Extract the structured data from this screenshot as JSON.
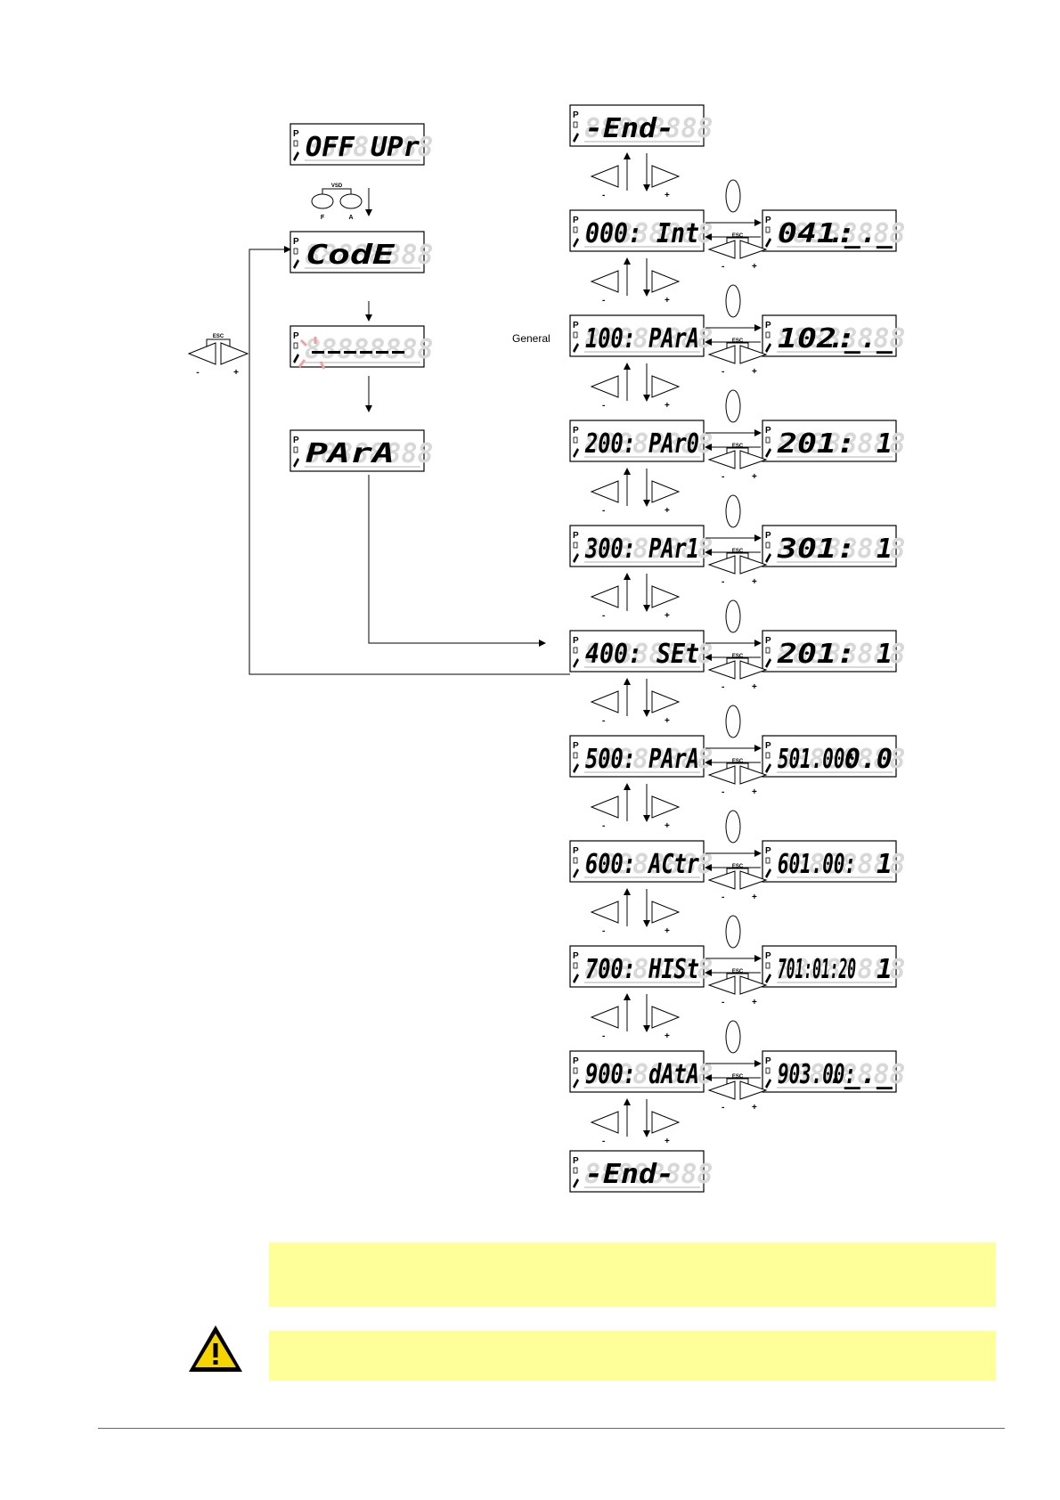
{
  "general_label": "General",
  "login_displays": [
    {
      "id": "off",
      "text": "OFF UPr"
    },
    {
      "id": "code",
      "text": "CodE"
    },
    {
      "id": "entry",
      "text": ""
    },
    {
      "id": "para",
      "text": "PArA"
    }
  ],
  "menu_displays": [
    {
      "id": "end-top",
      "text": "-End-"
    },
    {
      "id": "000",
      "text": "000: Int"
    },
    {
      "id": "100",
      "text": "100: PArA"
    },
    {
      "id": "200",
      "text": "200: PAr0"
    },
    {
      "id": "300",
      "text": "300: PAr1"
    },
    {
      "id": "400",
      "text": "400: SEt"
    },
    {
      "id": "500",
      "text": "500: PArA"
    },
    {
      "id": "600",
      "text": "600: ACtr"
    },
    {
      "id": "700",
      "text": "700: HISt"
    },
    {
      "id": "900",
      "text": "900: dAtA"
    },
    {
      "id": "end-bottom",
      "text": "-End-"
    }
  ],
  "sub_displays": [
    {
      "id": "041",
      "text": "041:",
      "tail": "._._"
    },
    {
      "id": "102",
      "text": "102:",
      "tail": "._._"
    },
    {
      "id": "201a",
      "text": "201:",
      "tail": "1"
    },
    {
      "id": "301",
      "text": "301:",
      "tail": "1"
    },
    {
      "id": "201b",
      "text": "201:",
      "tail": "1"
    },
    {
      "id": "501",
      "text": "501.00:",
      "tail": "0.0"
    },
    {
      "id": "601",
      "text": "601.00:",
      "tail": "1"
    },
    {
      "id": "701",
      "text": "701:01:20",
      "tail": "1"
    },
    {
      "id": "903",
      "text": "903.00:",
      "tail": "._._"
    }
  ],
  "display_indicators": {
    "p": "P"
  },
  "keys": {
    "minus": "-",
    "plus": "+",
    "esc": "ESC",
    "vsd": "VSD",
    "f": "F",
    "a": "A"
  },
  "notes": [
    "",
    ""
  ]
}
